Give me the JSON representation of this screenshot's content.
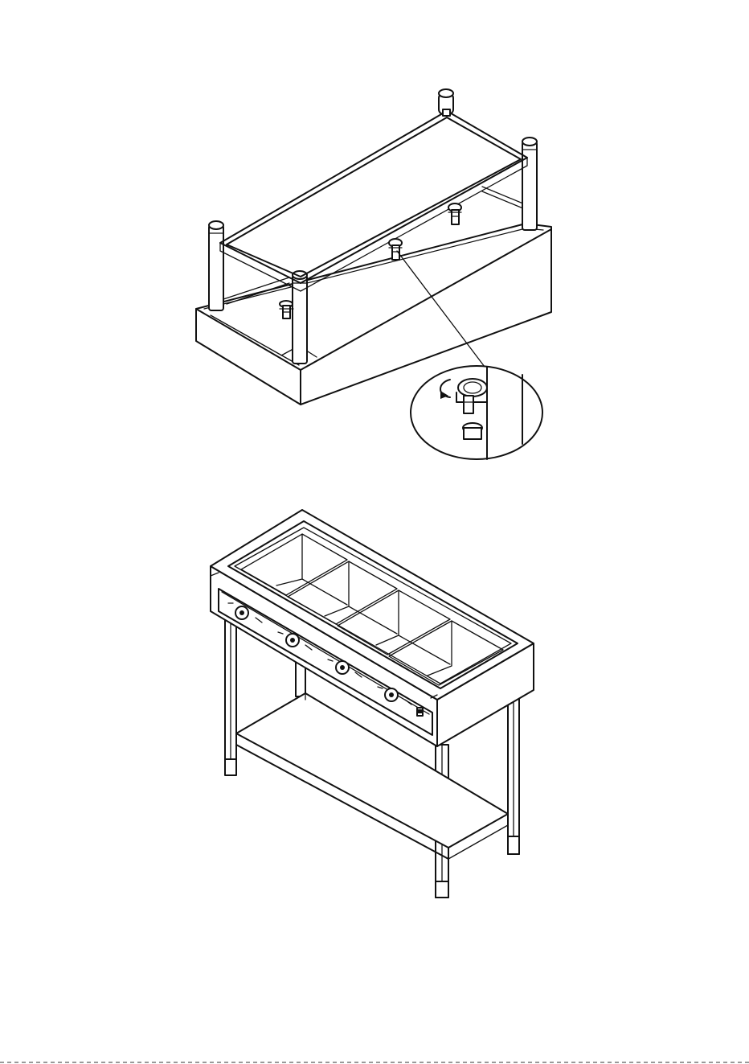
{
  "figures": [
    {
      "id": "fig-upside-down-assembly",
      "parts": [
        "base-frame",
        "legs",
        "frame-rails",
        "leveling-feet",
        "detail-callout"
      ]
    },
    {
      "id": "fig-assembled-bain-marie",
      "parts": [
        "cabinet",
        "wells",
        "control-panel",
        "stand",
        "undershelf"
      ]
    }
  ],
  "control_panel": {
    "knob_count": 4,
    "well_count": 4
  },
  "colors": {
    "line": "#111111",
    "background": "#ffffff"
  }
}
